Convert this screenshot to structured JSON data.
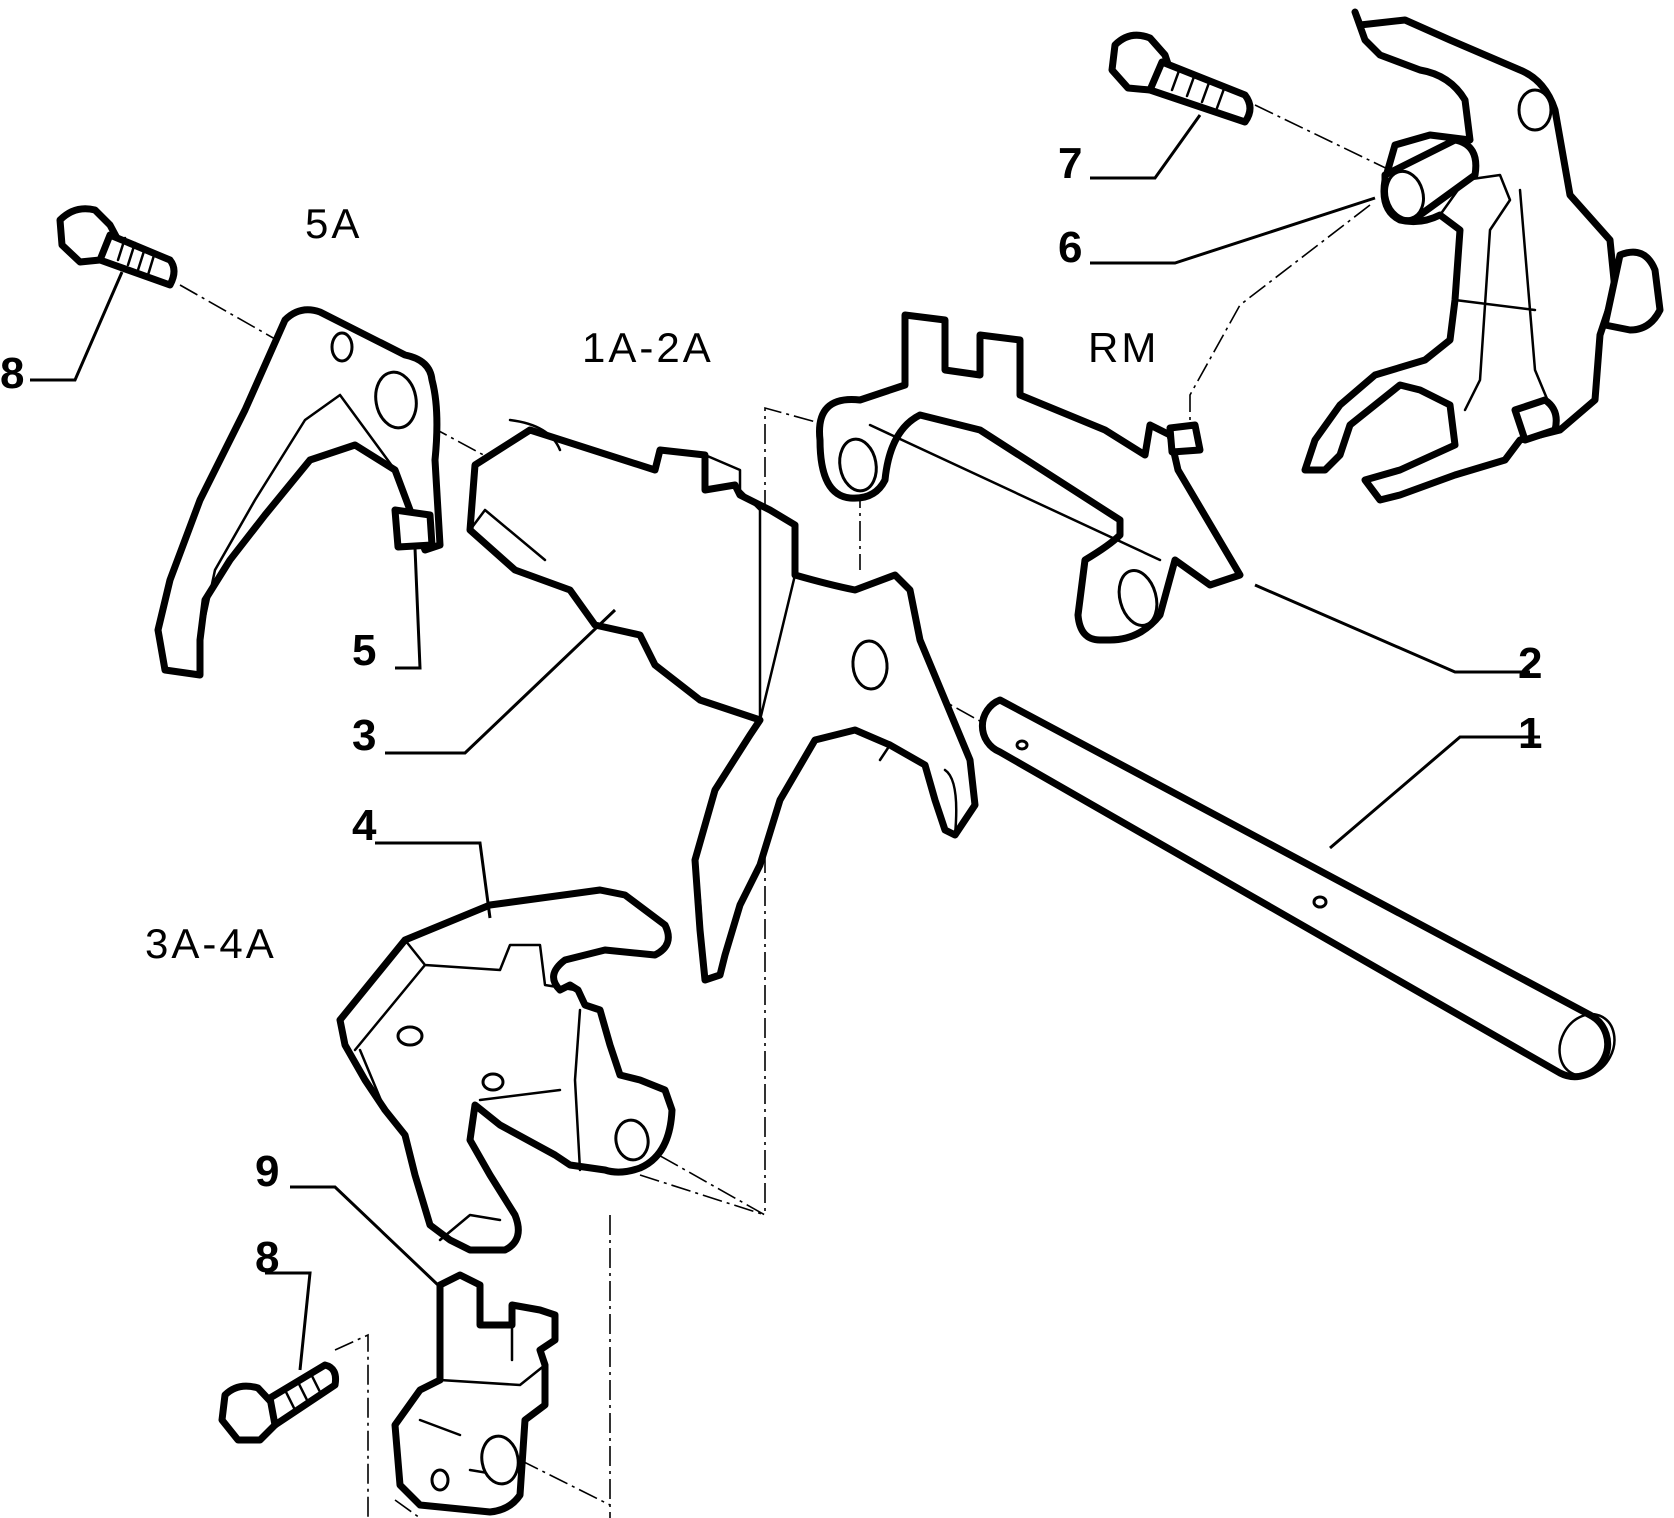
{
  "gear_labels": {
    "fifth": "5A",
    "first_second": "1A-2A",
    "reverse": "RM",
    "third_fourth": "3A-4A"
  },
  "callouts": {
    "rod": "1",
    "reverse_fork": "2",
    "fork_1_2": "3",
    "fork_3_4": "4",
    "pad": "5",
    "bush": "6",
    "bolt_top": "7",
    "bolt_left": "8",
    "bolt_bottom": "8",
    "selector": "9"
  }
}
